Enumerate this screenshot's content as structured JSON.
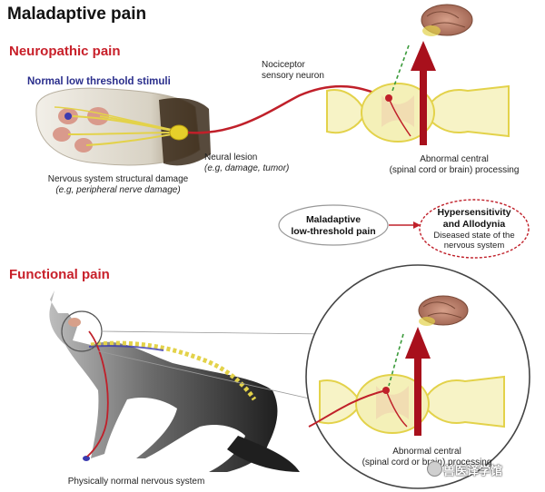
{
  "title": "Maladaptive pain",
  "neuropathic": {
    "heading": "Neuropathic pain",
    "stimuli_label": "Normal low threshold stimuli",
    "structural_damage_line1": "Nervous system structural damage",
    "structural_damage_line2": "(e.g, peripheral nerve damage)",
    "neural_lesion_line1": "Neural lesion",
    "neural_lesion_line2": "(e.g, damage, tumor)",
    "nociceptor_line1": "Nociceptor",
    "nociceptor_line2": "sensory neuron",
    "central_line1": "Abnormal central",
    "central_line2": "(spinal cord or brain) processing"
  },
  "flow": {
    "maladaptive_line1": "Maladaptive",
    "maladaptive_line2": "low-threshold pain",
    "hyper_line1": "Hypersensitivity",
    "hyper_line2": "and Allodynia",
    "hyper_sub1": "Diseased state of the",
    "hyper_sub2": "nervous system"
  },
  "functional": {
    "heading": "Functional pain",
    "normal_system": "Physically normal nervous system",
    "central_line1": "Abnormal central",
    "central_line2": "(spinal cord or brain) processing"
  },
  "watermark": "兽医译学馆",
  "colors": {
    "heading_red": "#c8202a",
    "stimuli_blue": "#2a2e8c",
    "nerve_yellow": "#e3d24a",
    "spinal_cream": "#f4f0b8",
    "arrow_red": "#a8101c"
  }
}
